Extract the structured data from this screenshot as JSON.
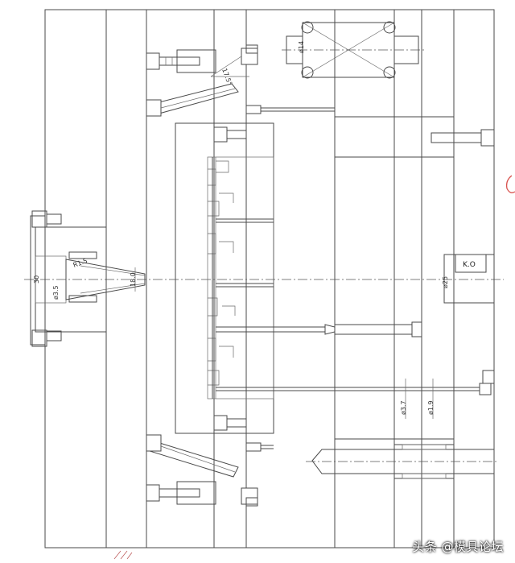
{
  "dimensions": {
    "angle_top": "17.5°",
    "radius_sprue": "R1.5",
    "dia_30": "30",
    "dia_3_5": "ø3.5",
    "sprue_len": "18.0",
    "dia_25": "ø25",
    "dia_3_7": "ø3.7",
    "dia_1_9": "ø1.9",
    "dia_top_pin": "ø14"
  },
  "labels": {
    "k0": "K.O"
  },
  "watermark": {
    "source": "头条 @模具论坛"
  },
  "colors": {
    "line": "#4a4a4a",
    "background": "#ffffff",
    "accent_mark": "#d9534f"
  }
}
